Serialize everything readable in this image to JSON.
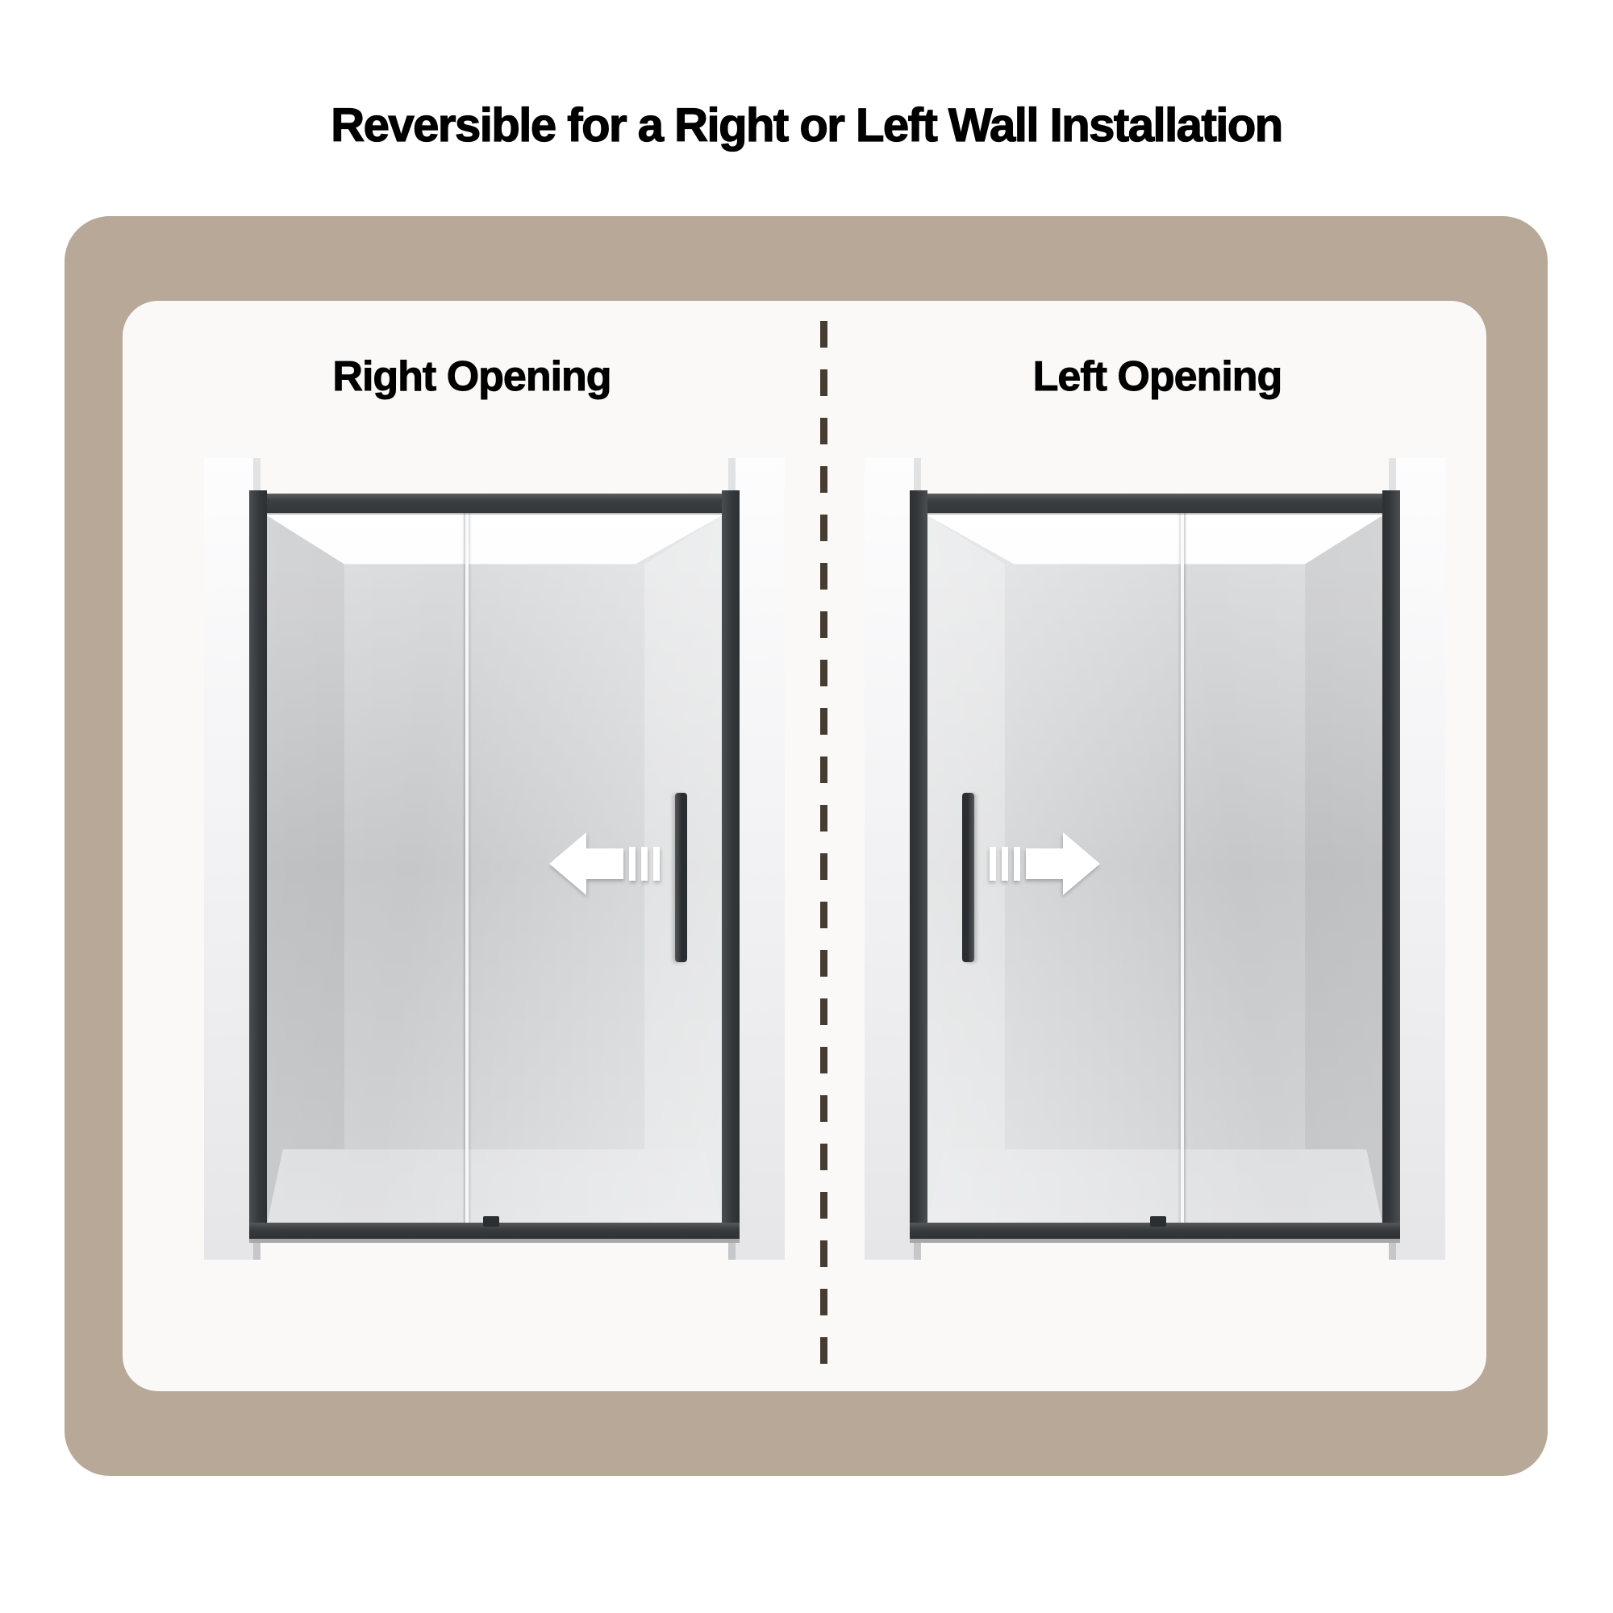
{
  "title": "Reversible for a Right or Left Wall Installation",
  "panels": [
    {
      "id": "right-opening",
      "heading": "Right Opening",
      "slide_direction": "left",
      "handle_side": "right",
      "arrow_icon": "slide-left-arrow-icon"
    },
    {
      "id": "left-opening",
      "heading": "Left Opening",
      "slide_direction": "right",
      "handle_side": "left",
      "arrow_icon": "slide-right-arrow-icon"
    }
  ],
  "colors": {
    "page_bg": "#ffffff",
    "backdrop": "#b7a897",
    "panel_bg": "#faf9f8",
    "divider_dash": "#453d32",
    "frame": "#3a3d40",
    "handle": "#2c2f31",
    "arrow": "#ffffff",
    "title_text": "#000000"
  }
}
